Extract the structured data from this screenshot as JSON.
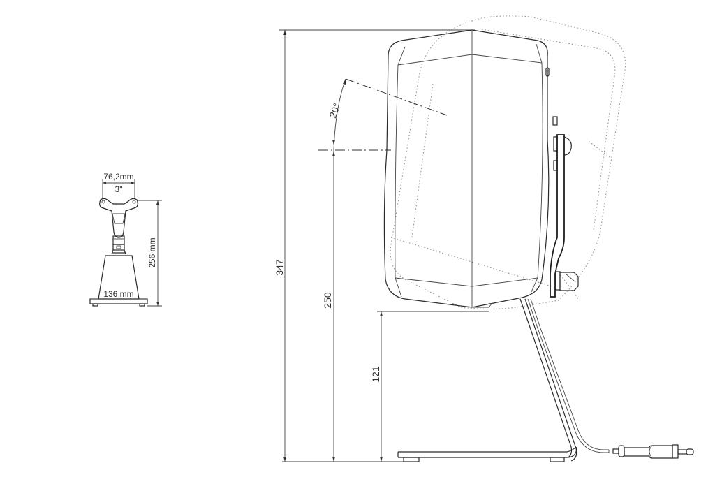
{
  "drawing": {
    "background": "#ffffff",
    "line_color": "#2a2a2a",
    "title": "Speaker with desk stand — dimension drawing"
  },
  "mount_view": {
    "width_label": "76,2mm",
    "thread_label": "3\"",
    "height_label": "256 mm",
    "base_label": "136 mm"
  },
  "side_view": {
    "total_height_label": "347",
    "axis_height_label": "250",
    "stand_clearance_label": "121",
    "tilt_angle_label": "20°"
  },
  "icons": {
    "speaker": "speaker-side-outline",
    "stand": "desk-stand",
    "cable_plug": "power-plug",
    "knob": "tilt-lock-knob"
  }
}
